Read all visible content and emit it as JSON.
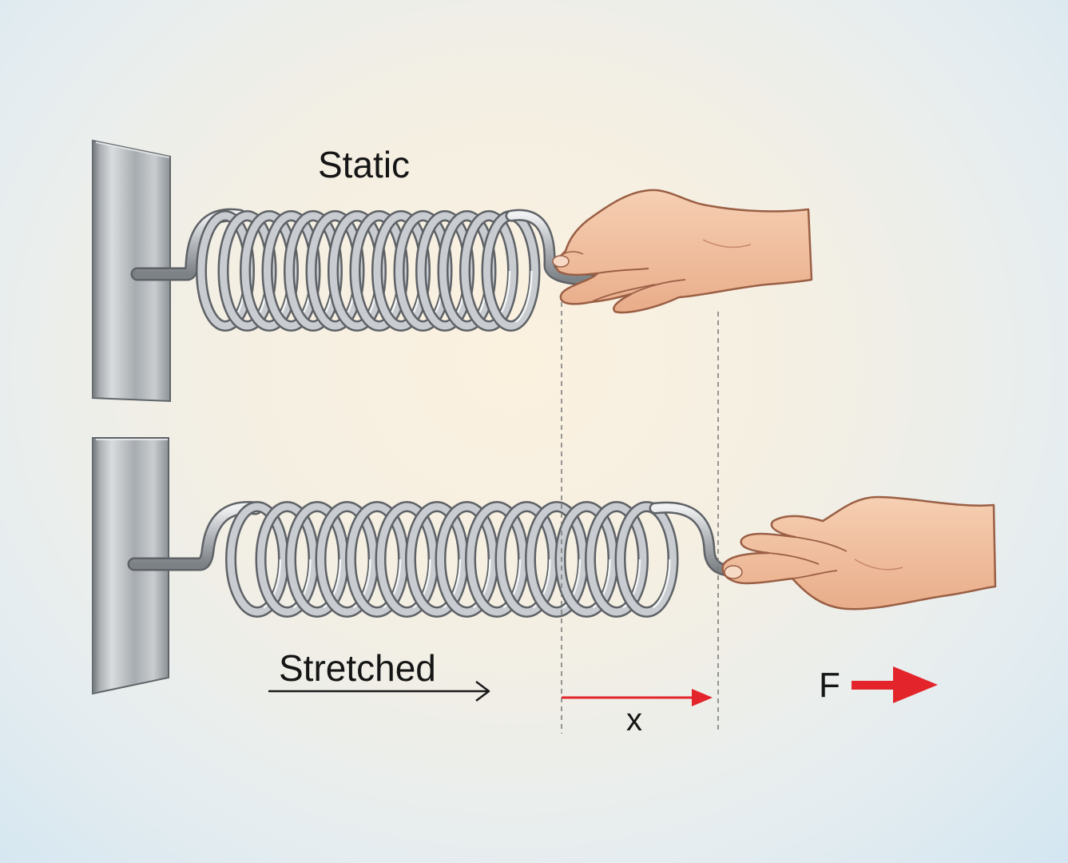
{
  "labels": {
    "static": "Static",
    "stretched": "Stretched",
    "displacement": "x",
    "force": "F"
  },
  "colors": {
    "spring": "#c9ccd0",
    "spring_outline": "#5e6266",
    "wall_plate": "#b7bbbf",
    "skin": "#f2c4a3",
    "skin_outline": "#9a5f45",
    "force_arrow": "#e3242b",
    "text": "#151515"
  },
  "icons": [
    "wall-plate-icon",
    "coil-spring-icon",
    "hand-icon",
    "force-arrow-icon"
  ]
}
